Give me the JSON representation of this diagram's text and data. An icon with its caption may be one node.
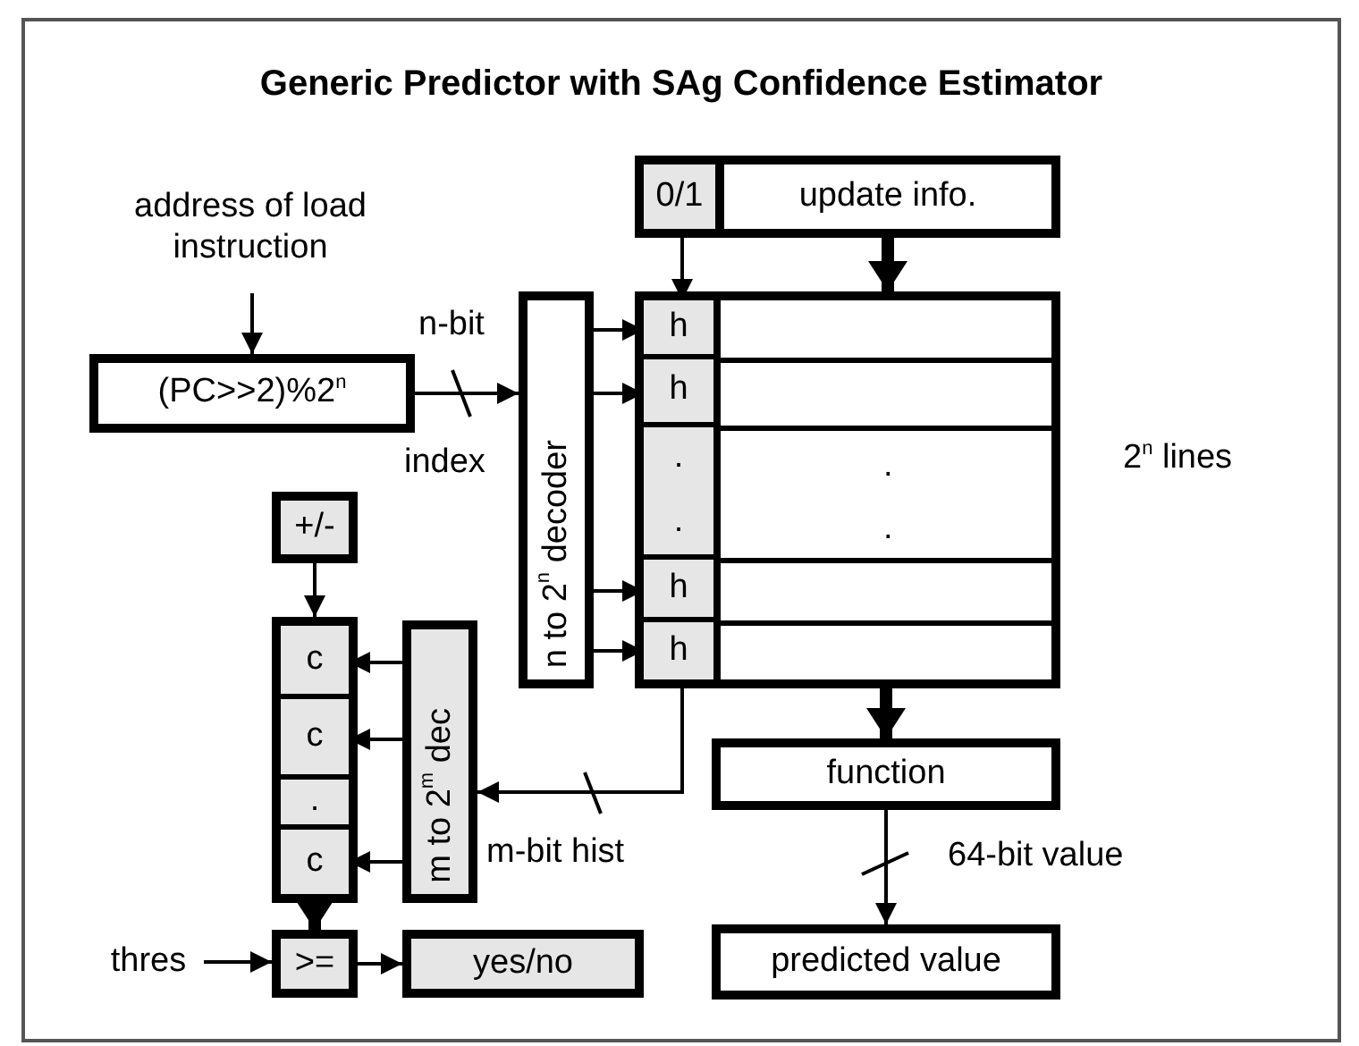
{
  "diagram": {
    "title": "Generic Predictor with SAg Confidence Estimator",
    "nodes": [
      {
        "text": [
          "address of load instruction"
        ]
      },
      {
        "text": [
          "0/1"
        ]
      },
      {
        "text": [
          "update info."
        ]
      },
      {
        "text": [
          "(PC>>2)%2$^{n}$"
        ]
      },
      {
        "text": [
          "n to 2$^{n}$ decoder"
        ]
      },
      {
        "text": [],
        "shape": "box"
      },
      {
        "text": [
          "h"
        ],
        "in": 5
      },
      {
        "text": [
          "h"
        ],
        "in": 5
      },
      {
        "text": [
          ".",
          "."
        ],
        "in": 5
      },
      {
        "text": [
          "h"
        ],
        "in": 5
      },
      {
        "text": [
          "h"
        ],
        "in": 5
      },
      {
        "text": [
          "+/-"
        ]
      },
      {
        "text": [],
        "shape": "box"
      },
      {
        "text": [
          "c"
        ],
        "in": 12
      },
      {
        "text": [
          "c"
        ],
        "in": 12
      },
      {
        "text": [
          "."
        ],
        "in": 12
      },
      {
        "text": [
          "c"
        ],
        "in": 12
      },
      {
        "text": [
          "m to 2$^{m}$ dec"
        ]
      },
      {
        "text": [
          "function"
        ]
      },
      {
        "text": [
          "thres"
        ]
      },
      {
        "text": [
          ">="
        ]
      },
      {
        "text": [
          "yes/no"
        ]
      },
      {
        "text": [
          "predicted value"
        ]
      }
    ],
    "edges": [
      {
        "from": 0,
        "to": 3,
        "arrow": "to"
      },
      {
        "from": 1,
        "to": 6,
        "arrow": "to"
      },
      {
        "from": 2,
        "to": 5,
        "arrow": "to",
        "style": "thick"
      },
      {
        "from": 3,
        "to": 4,
        "arrow": "to",
        "label": "n-bit"
      },
      {
        "from": 4,
        "to": 6,
        "arrow": "to"
      },
      {
        "from": 4,
        "to": 7,
        "arrow": "to"
      },
      {
        "from": 4,
        "to": 9,
        "arrow": "to"
      },
      {
        "from": 4,
        "to": 10,
        "arrow": "to"
      },
      {
        "from": 10,
        "to": 17,
        "arrow": "to",
        "label": "m-bit hist"
      },
      {
        "from": 11,
        "to": 12,
        "arrow": "to"
      },
      {
        "from": 17,
        "to": 13,
        "arrow": "to"
      },
      {
        "from": 17,
        "to": 14,
        "arrow": "to"
      },
      {
        "from": 17,
        "to": 16,
        "arrow": "to"
      },
      {
        "from": 12,
        "to": 20,
        "arrow": "to",
        "style": "thick"
      },
      {
        "from": 19,
        "to": 20,
        "arrow": "to"
      },
      {
        "from": 20,
        "to": 21,
        "arrow": "to"
      },
      {
        "from": 5,
        "to": 18,
        "arrow": "to",
        "style": "thick"
      },
      {
        "from": 18,
        "to": 22,
        "arrow": "to",
        "label": "64-bit value"
      }
    ],
    "labels": [
      "index",
      "2$^{n}$ lines",
      ".",
      "."
    ]
  }
}
